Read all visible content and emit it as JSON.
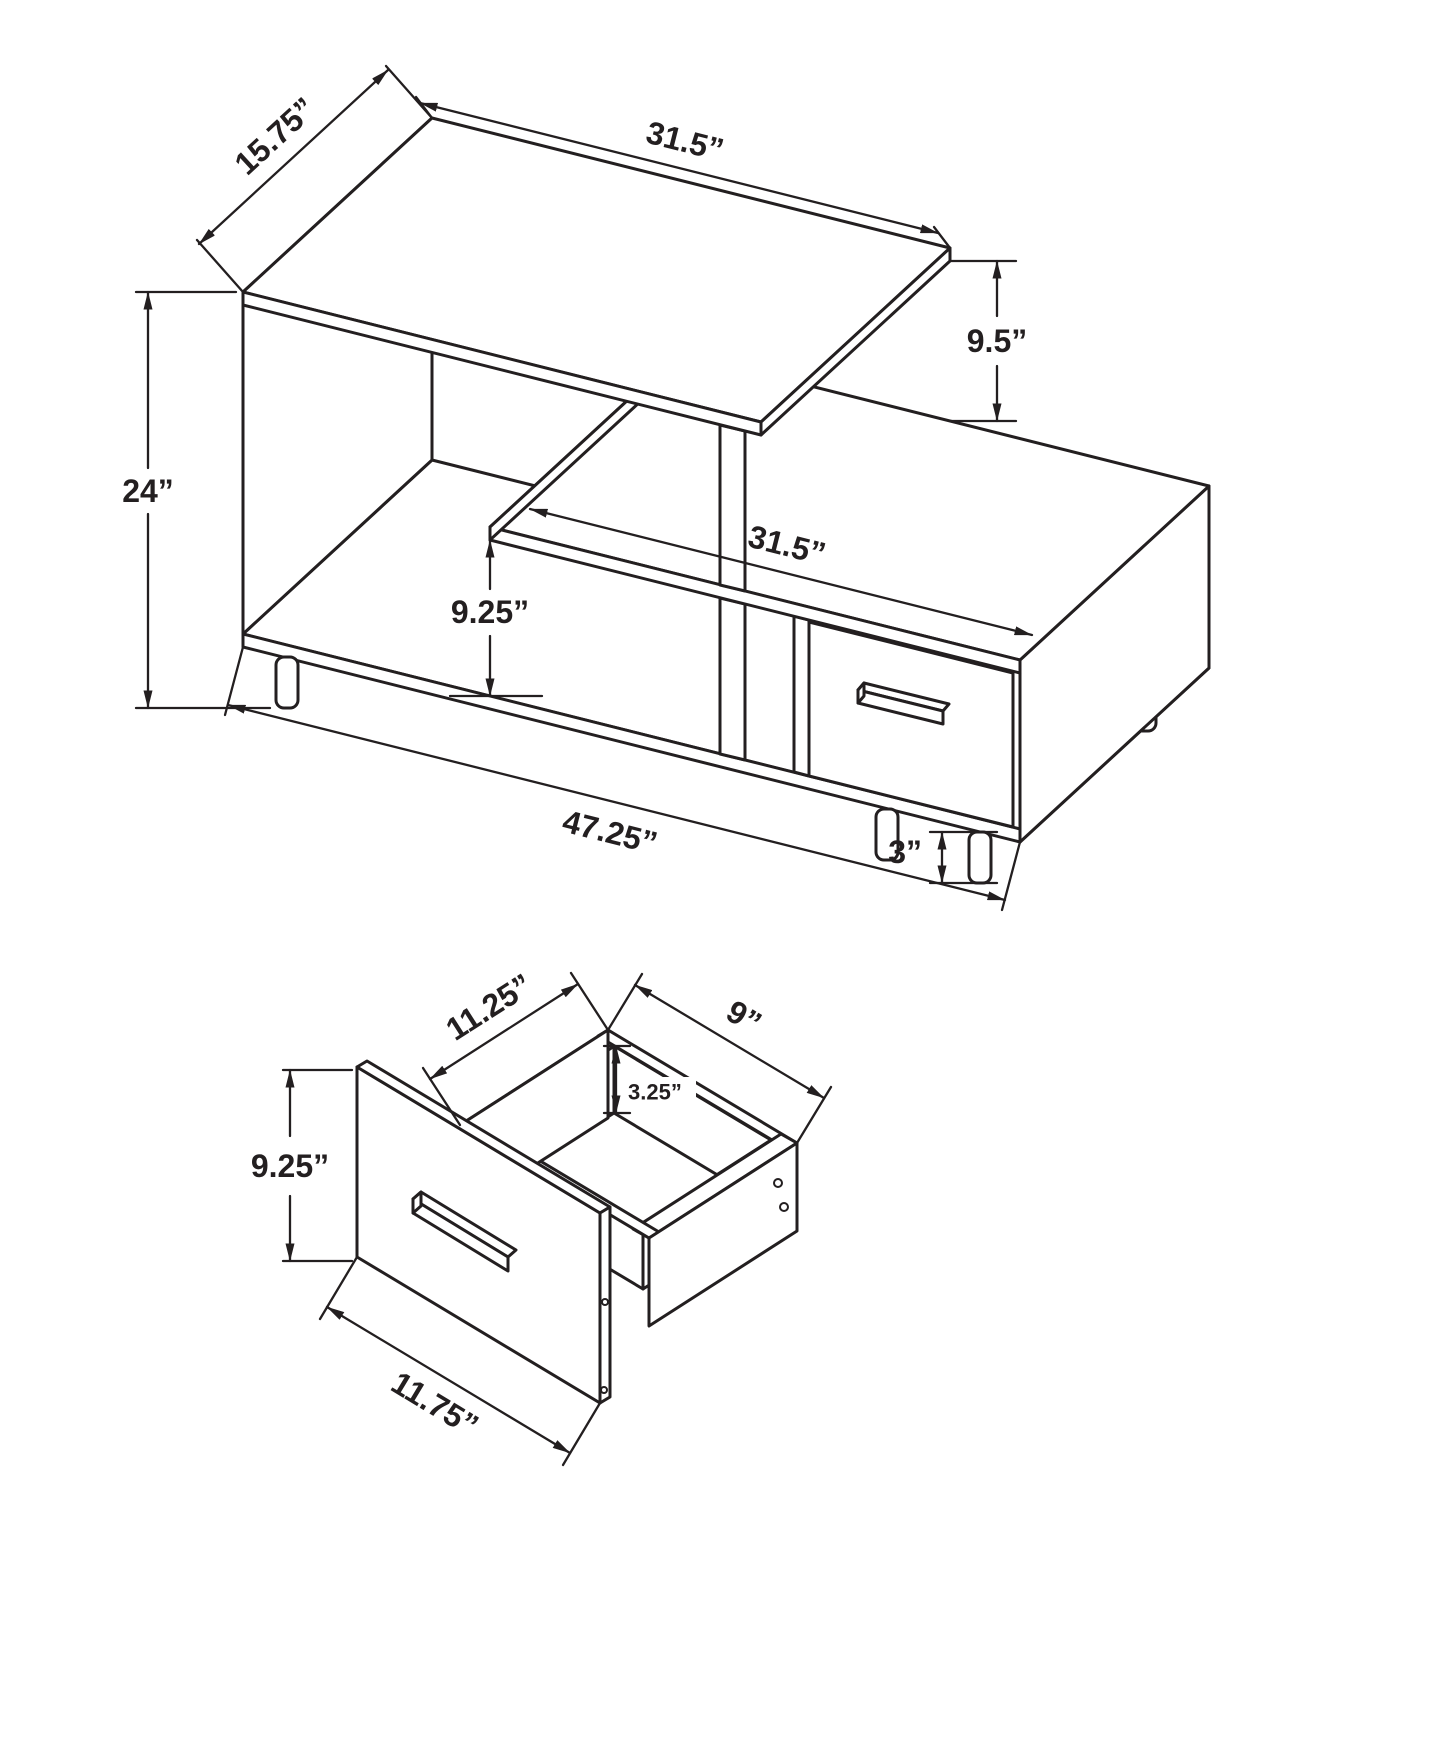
{
  "drawing": {
    "stroke_color": "#231f20",
    "background": "#ffffff",
    "console": {
      "depth_top": "15.75”",
      "width_top": "31.5”",
      "gap_height": "9.5”",
      "overall_height": "24”",
      "opening_height": "9.25”",
      "shelf_width": "31.5”",
      "overall_width": "47.25”",
      "leg_height": "3”"
    },
    "drawer": {
      "depth": "11.25”",
      "width": "9”",
      "inner_depth": "3.25”",
      "front_height": "9.25”",
      "front_width": "11.75”"
    }
  }
}
